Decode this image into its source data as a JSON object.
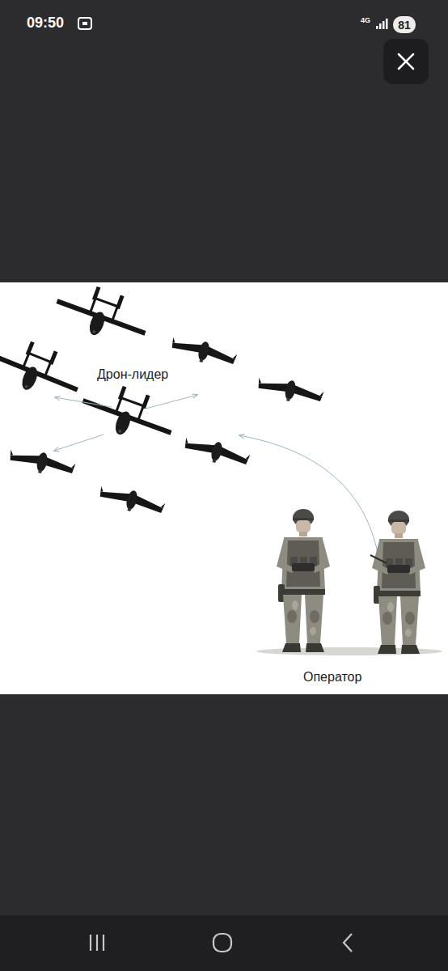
{
  "diagram": {
    "nodes": [
      {
        "text": [
          "81"
        ]
      }
    ],
    "labels": [
      "09:50",
      "4G",
      "Дрон-лидер",
      "Оператор"
    ]
  }
}
